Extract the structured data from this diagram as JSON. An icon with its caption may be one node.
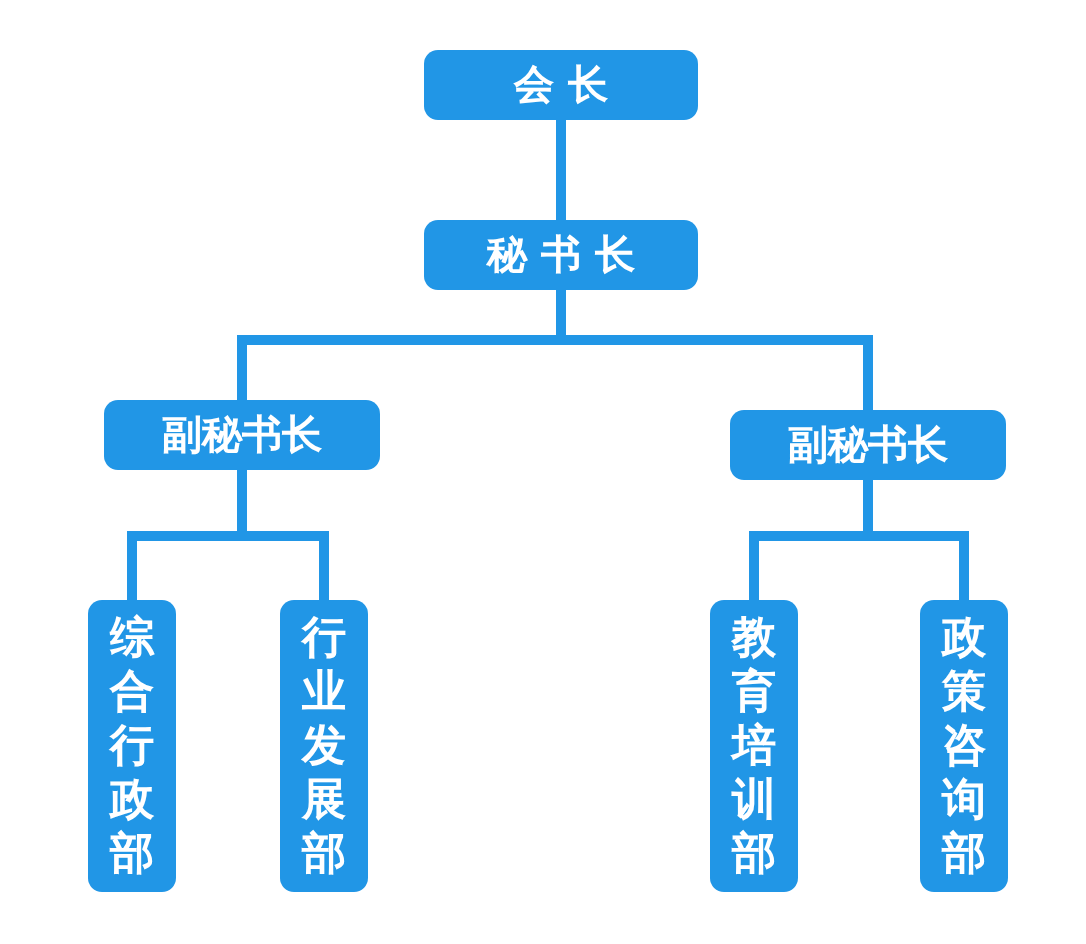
{
  "diagram": {
    "nodes": [
      {
        "text": [
          "会 长"
        ]
      },
      {
        "text": [
          "秘 书 长"
        ]
      },
      {
        "text": [
          "副秘书长"
        ]
      },
      {
        "text": [
          "副秘书长"
        ]
      },
      {
        "text": [
          "综合行政部"
        ]
      },
      {
        "text": [
          "行业发展部"
        ]
      },
      {
        "text": [
          "教育培训部"
        ]
      },
      {
        "text": [
          "政策咨询部"
        ]
      }
    ],
    "edges": [
      {
        "from": 0,
        "to": 1,
        "arrow": "none"
      },
      {
        "from": 1,
        "to": 2,
        "arrow": "none"
      },
      {
        "from": 1,
        "to": 3,
        "arrow": "none"
      },
      {
        "from": 2,
        "to": 4,
        "arrow": "none"
      },
      {
        "from": 2,
        "to": 5,
        "arrow": "none"
      },
      {
        "from": 3,
        "to": 6,
        "arrow": "none"
      },
      {
        "from": 3,
        "to": 7,
        "arrow": "none"
      }
    ]
  }
}
